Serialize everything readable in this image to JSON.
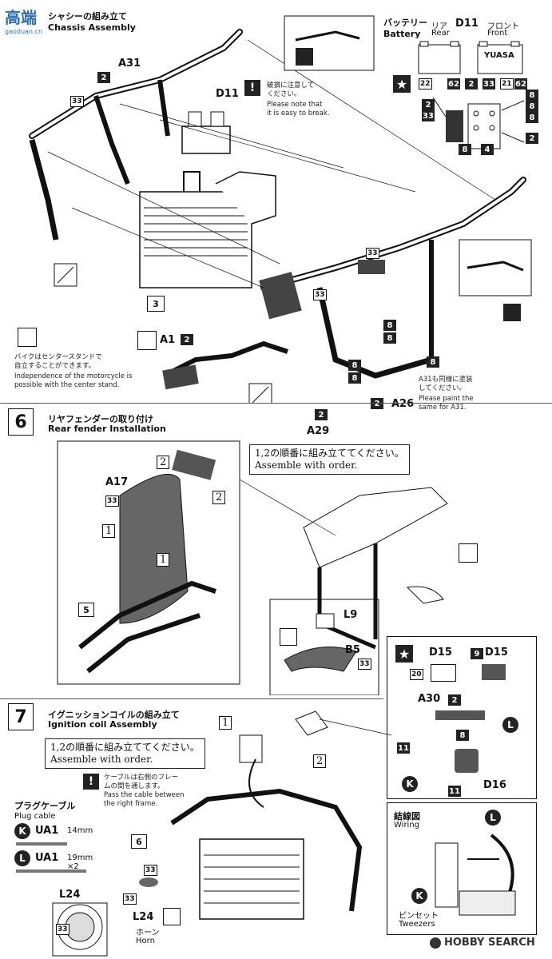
{
  "watermark_top": "高端",
  "watermark_sub": "gaoduan.cn",
  "step5": {
    "title_jp": "シャシーの組み立て",
    "title_en": "Chassis Assembly"
  },
  "battery": {
    "title_jp": "バッテリー",
    "title_en": "Battery",
    "rear_jp": "リア",
    "rear_en": "Rear",
    "part": "D11",
    "front_jp": "フロント",
    "front_en": "Front",
    "brand": "YUASA",
    "c22": "22",
    "c62a": "62",
    "c2a": "2",
    "c33": "33",
    "c21": "21",
    "c62b": "62"
  },
  "step5_labels": {
    "a31": "A31",
    "d11": "D11",
    "note_jp": "破損に注意して\nください。",
    "note_en": "Please note that\nit is easy to break.",
    "a1": "A1",
    "a26": "A26",
    "a29": "A29",
    "stand_jp": "バイクはセンタースタンドで\n自立することができます。",
    "stand_en": "Independence of the motorcycle is\npossible with the center stand.",
    "paint_jp": "A31も同様に塗装\nしてください。",
    "paint_en": "Please paint the\nsame for A31.",
    "n2": "2",
    "n33": "33",
    "n3": "3",
    "n8": "8",
    "n4": "4"
  },
  "step6": {
    "num": "6",
    "title_jp": "リヤフェンダーの取り付け",
    "title_en": "Rear fender Installation",
    "order_jp": "1,2の順番に組み立ててください。",
    "order_en": "Assemble with order.",
    "a17": "A17",
    "l9": "L9",
    "b5": "B5",
    "n33": "33",
    "n5": "5",
    "o1": "1",
    "o2": "2"
  },
  "step7": {
    "num": "7",
    "title_jp": "イグニッションコイルの組み立て",
    "title_en": "Ignition coil Assembly",
    "order_jp": "1,2の順番に組み立ててください。",
    "order_en": "Assemble with order.",
    "cable_jp": "ケーブルは右側のフレー\nムの間を通します。",
    "cable_en": "Pass the cable between\nthe right frame.",
    "plug_jp": "プラグケーブル",
    "plug_en": "Plug cable",
    "k": "K",
    "l": "L",
    "ua1": "UA1",
    "k_len": "14mm",
    "l_len": "19mm ×2",
    "l24": "L24",
    "horn_jp": "ホーン",
    "horn_en": "Horn",
    "n6": "6",
    "n33": "33",
    "d15": "D15",
    "d15b": "D15",
    "n9": "9",
    "n20": "20",
    "a30": "A30",
    "n2": "2",
    "n8": "8",
    "n11": "11",
    "d16": "D16",
    "wiring_jp": "結線図",
    "wiring_en": "Wiring",
    "tweezers_jp": "ピンセット",
    "tweezers_en": "Tweezers"
  },
  "footer": {
    "brand": "HOBBY SEARCH"
  }
}
